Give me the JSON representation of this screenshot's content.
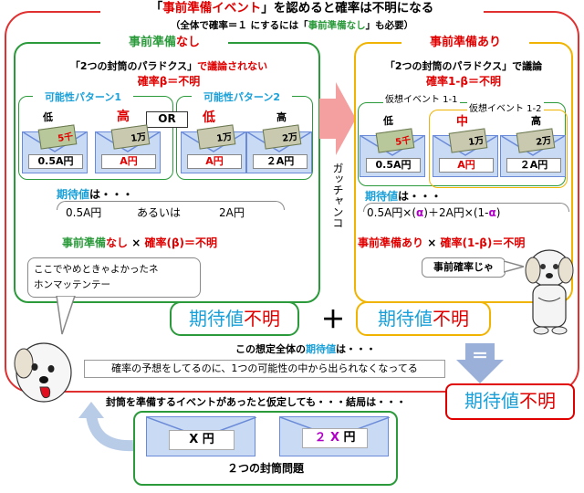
{
  "title": {
    "quote_open": "「",
    "event": "事前準備イベント",
    "rest": "」を認めると確率は不明になる"
  },
  "title_note": {
    "prefix": "（全体で確率＝１ にするには「",
    "highlight": "事前準備なし",
    "suffix": "」も必要）"
  },
  "left": {
    "head_a": "事前準備",
    "head_b": "なし",
    "line1_a": "「2つの封筒のパラドクス」",
    "line1_b": "で議論されない",
    "line2_a": "確率β",
    "line2_b": "＝不明",
    "pattern1": "可能性パターン1",
    "pattern2": "可能性パターン2",
    "or_label": "OR",
    "low1": "低",
    "high1": "高",
    "low2": "低",
    "high2": "高",
    "env1_amount": "0.5A円",
    "env2_amount": "A円",
    "env3_amount": "A円",
    "env4_amount": "２A円",
    "bill1": "5千",
    "bill2": "1万",
    "bill3": "1万",
    "bill4": "2万",
    "expect_a": "期待値",
    "expect_b": "は・・・",
    "opt1": "0.5A円",
    "opt_or": "あるいは",
    "opt2": "2A円",
    "formula_a": "事前準備",
    "formula_b": "なし",
    "formula_c": "×",
    "formula_d": "確率(β)",
    "formula_e": "＝不明"
  },
  "right": {
    "head_a": "事前準備",
    "head_b": "あり",
    "line1": "「2つの封筒のパラドクス」で議論",
    "line2_a": "確率1-β",
    "line2_b": "＝不明",
    "event11": "仮想イベント 1-1",
    "event12": "仮想イベント 1-2",
    "low": "低",
    "mid": "中",
    "high": "高",
    "env1_amount": "0.5A円",
    "env2_amount": "A円",
    "env3_amount": "２A円",
    "bill1": "5千",
    "bill2": "1万",
    "bill3": "2万",
    "expect_a": "期待値",
    "expect_b": "は・・・",
    "formula1_a": "0.5A円×(",
    "formula1_b": "α",
    "formula1_c": ")＋2A円×(1-",
    "formula1_d": "α",
    "formula1_e": ")",
    "formula2_a": "事前準備",
    "formula2_b": "あり",
    "formula2_c": "×",
    "formula2_d": "確率(1-β)",
    "formula2_e": "＝不明"
  },
  "middle_vertical": "ガッチャンコ",
  "speech_left": "ここでやめときゃよかったネ\nホンマッテンテー",
  "speech_right": "事前確率じゃ",
  "result_left_a": "期待値",
  "result_left_b": "不明",
  "plus": "＋",
  "result_right_a": "期待値",
  "result_right_b": "不明",
  "overall_a": "この想定全体の",
  "overall_b": "期待値",
  "overall_c": "は・・・",
  "equals": "＝",
  "note_bottom": "確率の予想をしてるのに、1つの可能性の中から出られなくなってる",
  "final_a": "期待値",
  "final_b": "不明",
  "assume_text": "封筒を準備するイベントがあったと仮定しても・・・結局は・・・",
  "bottom_env1": "X 円",
  "bottom_env2_a": "２ X",
  "bottom_env2_b": " 円",
  "bottom_title": "２つの封筒問題",
  "colors": {
    "red": "#e00000",
    "blue": "#1aa0d8",
    "green": "#2a9a3a",
    "orange": "#f0b400",
    "arrow": "#f4a0a0"
  }
}
